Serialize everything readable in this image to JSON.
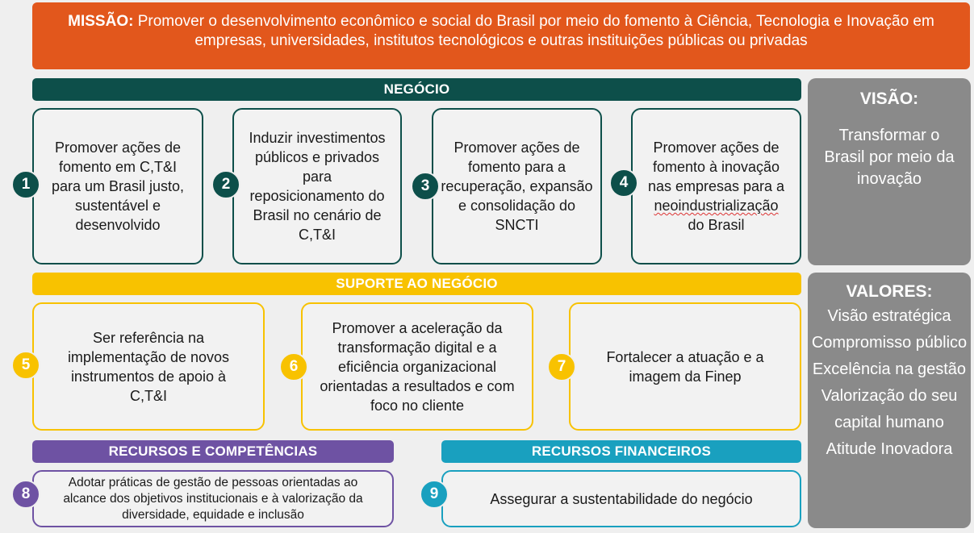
{
  "mission": {
    "label": "MISSÃO:",
    "text": "Promover o desenvolvimento econômico e social do Brasil por meio do fomento à Ciência, Tecnologia e Inovação em empresas, universidades, institutos tecnológicos e outras instituições públicas ou privadas"
  },
  "sections": {
    "negocio": "NEGÓCIO",
    "suporte": "SUPORTE AO NEGÓCIO",
    "recursos_competencias": "RECURSOS E COMPETÊNCIAS",
    "recursos_financeiros": "RECURSOS FINANCEIROS"
  },
  "objectives": [
    {
      "number": "1",
      "text": "Promover ações de fomento em C,T&I para um Brasil justo, sustentável e desenvolvido"
    },
    {
      "number": "2",
      "text": "Induzir investimentos públicos e privados para reposicionamento do Brasil no cenário de C,T&I"
    },
    {
      "number": "3",
      "text": "Promover ações de fomento para a recuperação, expansão e consolidação do SNCTI"
    },
    {
      "number": "4",
      "text_a": "Promover ações de fomento à inovação nas empresas para a",
      "text_b": "neoindustrialização",
      "text_c": "do Brasil"
    },
    {
      "number": "5",
      "text": "Ser referência na implementação de novos instrumentos de apoio à C,T&I"
    },
    {
      "number": "6",
      "text": "Promover a aceleração da transformação digital e a eficiência organizacional orientadas a resultados e com foco no cliente"
    },
    {
      "number": "7",
      "text": "Fortalecer a atuação e a imagem da Finep"
    },
    {
      "number": "8",
      "text": "Adotar práticas de gestão de pessoas orientadas ao alcance dos objetivos institucionais e à valorização da diversidade, equidade e inclusão"
    },
    {
      "number": "9",
      "text": "Assegurar a sustentabilidade do negócio"
    }
  ],
  "visao": {
    "title": "VISÃO:",
    "text": "Transformar o Brasil por meio da inovação"
  },
  "valores": {
    "title": "VALORES:",
    "items": [
      "Visão estratégica",
      "Compromisso público",
      "Excelência na gestão",
      "Valorização do seu capital humano",
      "Atitude Inovadora"
    ]
  }
}
